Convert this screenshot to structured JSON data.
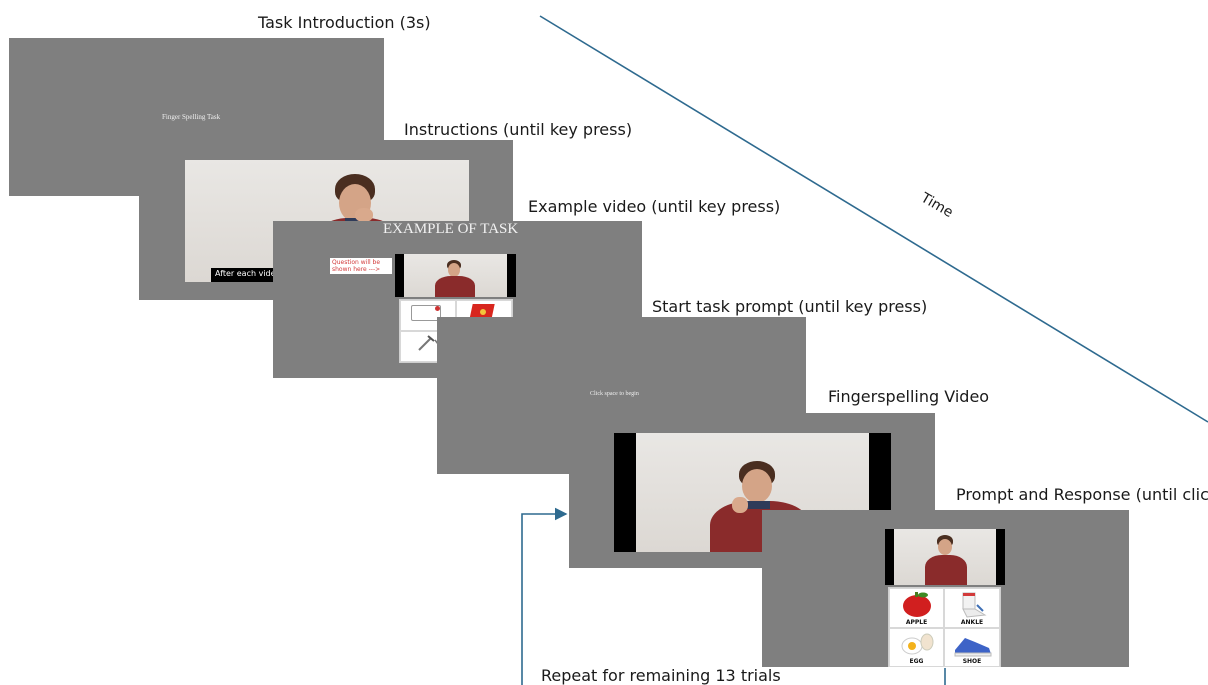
{
  "stages": [
    {
      "label": "Task Introduction (3s)",
      "screen_text": "Finger Spelling Task"
    },
    {
      "label": "Instructions (until key press)",
      "caption": "After each vide"
    },
    {
      "label": "Example video (until key press)",
      "heading": "EXAMPLE OF TASK",
      "note": "Question will be shown here --->",
      "cards": [
        "MAIL",
        "NAIL"
      ]
    },
    {
      "label": "Start task prompt (until key press)",
      "screen_text": "Click space to begin"
    },
    {
      "label": "Fingerspelling Video"
    },
    {
      "label": "Prompt and Response (until clic",
      "cards": [
        "APPLE",
        "ANKLE",
        "EGG",
        "SHOE"
      ]
    }
  ],
  "time_label": "Time",
  "repeat_label": "Repeat for remaining 13 trials",
  "colors": {
    "screen_bg": "#7f7f7f",
    "arrow": "#2e6a8f",
    "text": "#1a1a1a"
  }
}
